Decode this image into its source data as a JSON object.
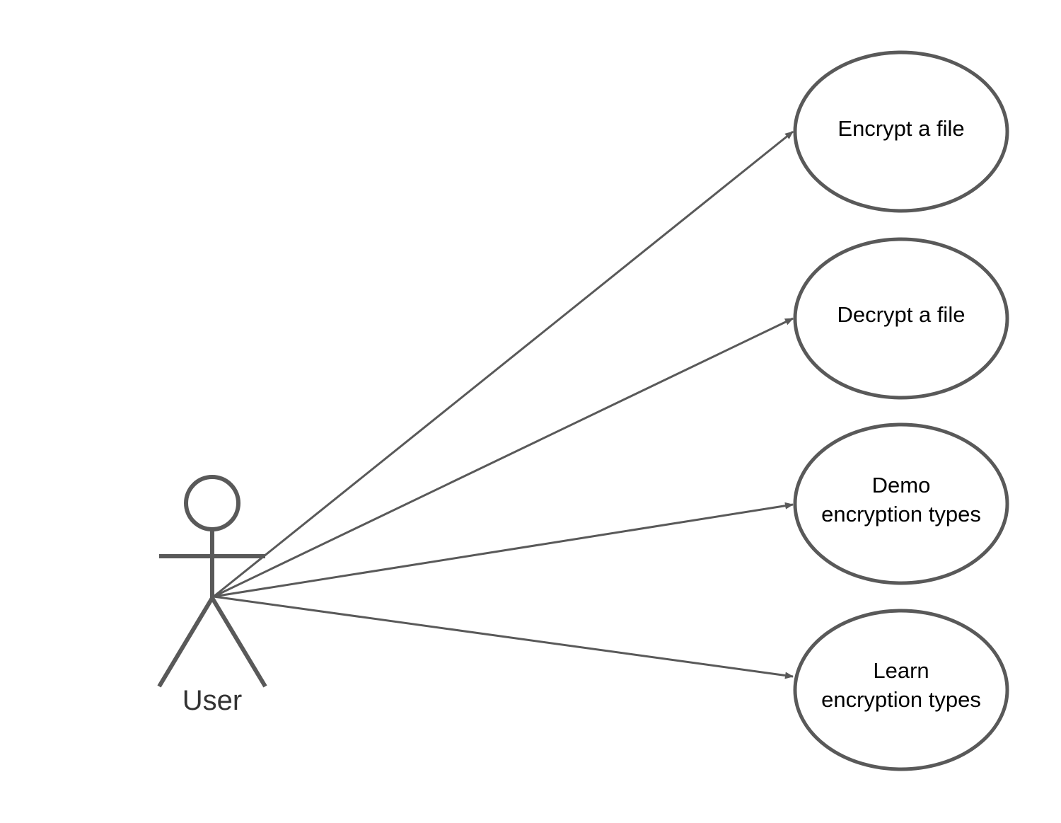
{
  "diagram": {
    "actor": {
      "label": "User"
    },
    "use_cases": [
      {
        "id": "encrypt",
        "lines": [
          "Encrypt a file"
        ]
      },
      {
        "id": "decrypt",
        "lines": [
          "Decrypt a file"
        ]
      },
      {
        "id": "demo",
        "lines": [
          "Demo",
          "encryption types"
        ]
      },
      {
        "id": "learn",
        "lines": [
          "Learn",
          "encryption types"
        ]
      }
    ],
    "associations": [
      {
        "from": "User",
        "to": "encrypt"
      },
      {
        "from": "User",
        "to": "decrypt"
      },
      {
        "from": "User",
        "to": "demo"
      },
      {
        "from": "User",
        "to": "learn"
      }
    ],
    "colors": {
      "stroke": "#595959",
      "text": "#000000",
      "actor_text": "#333333",
      "background": "#ffffff"
    }
  }
}
